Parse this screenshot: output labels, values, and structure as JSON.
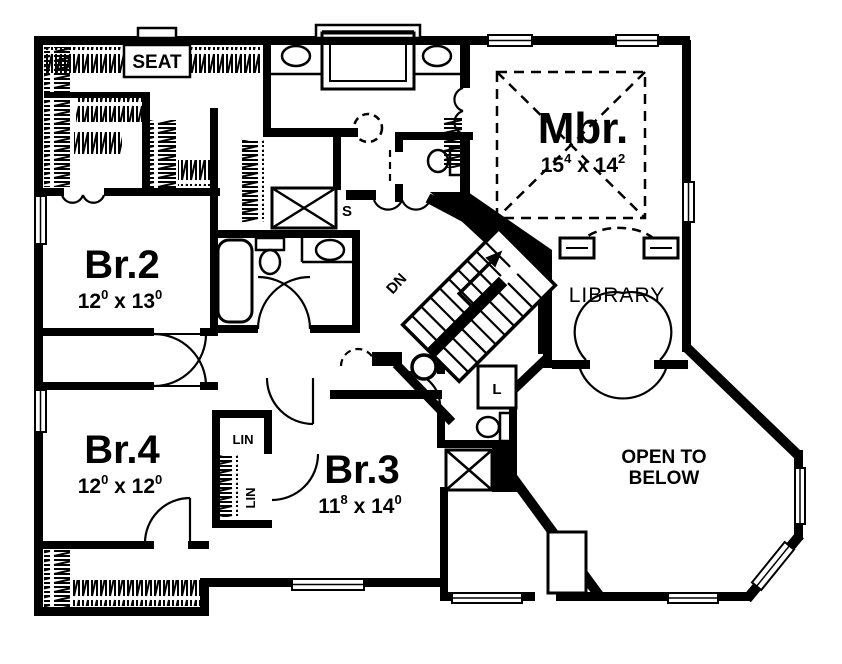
{
  "colors": {
    "ink": "#000000",
    "paper": "#ffffff"
  },
  "labels": {
    "seat": "SEAT",
    "dn": "DN",
    "shower_s": "S",
    "linen_l": "L",
    "lin_hall": "LIN",
    "lin_closet": "LIN",
    "library": "LIBRARY",
    "open_below_line1": "OPEN TO",
    "open_below_line2": "BELOW",
    "mbr": {
      "name": "Mbr.",
      "dim": {
        "a": "15",
        "a_sup": "4",
        "sep": " x ",
        "b": "14",
        "b_sup": "2"
      }
    },
    "br2": {
      "name": "Br.2",
      "dim": {
        "a": "12",
        "a_sup": "0",
        "sep": " x ",
        "b": "13",
        "b_sup": "0"
      }
    },
    "br3": {
      "name": "Br.3",
      "dim": {
        "a": "11",
        "a_sup": "8",
        "sep": " x ",
        "b": "14",
        "b_sup": "0"
      }
    },
    "br4": {
      "name": "Br.4",
      "dim": {
        "a": "12",
        "a_sup": "0",
        "sep": " x ",
        "b": "12",
        "b_sup": "0"
      }
    }
  }
}
